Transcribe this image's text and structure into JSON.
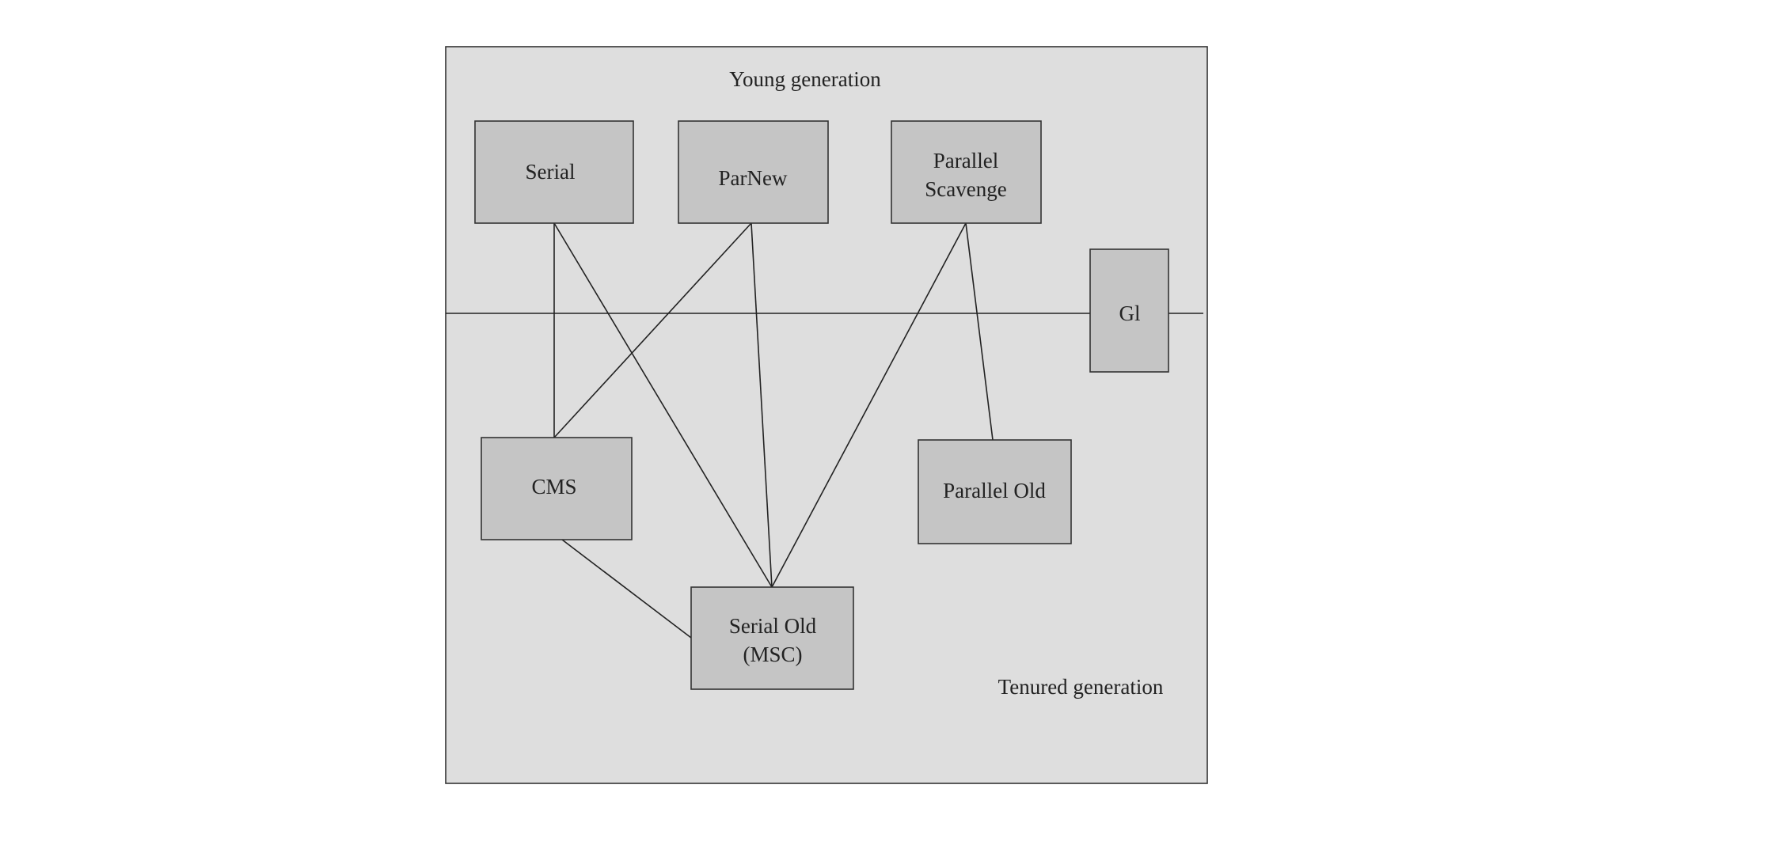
{
  "regions": {
    "young": "Young generation",
    "tenured": "Tenured generation"
  },
  "collectors": {
    "serial": [
      "Serial"
    ],
    "parnew": [
      "ParNew"
    ],
    "parallel_scavenge": [
      "Parallel",
      "Scavenge"
    ],
    "g1": [
      "Gl"
    ],
    "cms": [
      "CMS"
    ],
    "parallel_old": [
      "Parallel Old"
    ],
    "serial_old": [
      "Serial Old",
      "(MSC)"
    ]
  },
  "connections": [
    [
      "serial",
      "cms"
    ],
    [
      "serial",
      "serial_old"
    ],
    [
      "parnew",
      "cms"
    ],
    [
      "parnew",
      "serial_old"
    ],
    [
      "parallel_scavenge",
      "serial_old"
    ],
    [
      "parallel_scavenge",
      "parallel_old"
    ],
    [
      "cms",
      "serial_old"
    ]
  ]
}
